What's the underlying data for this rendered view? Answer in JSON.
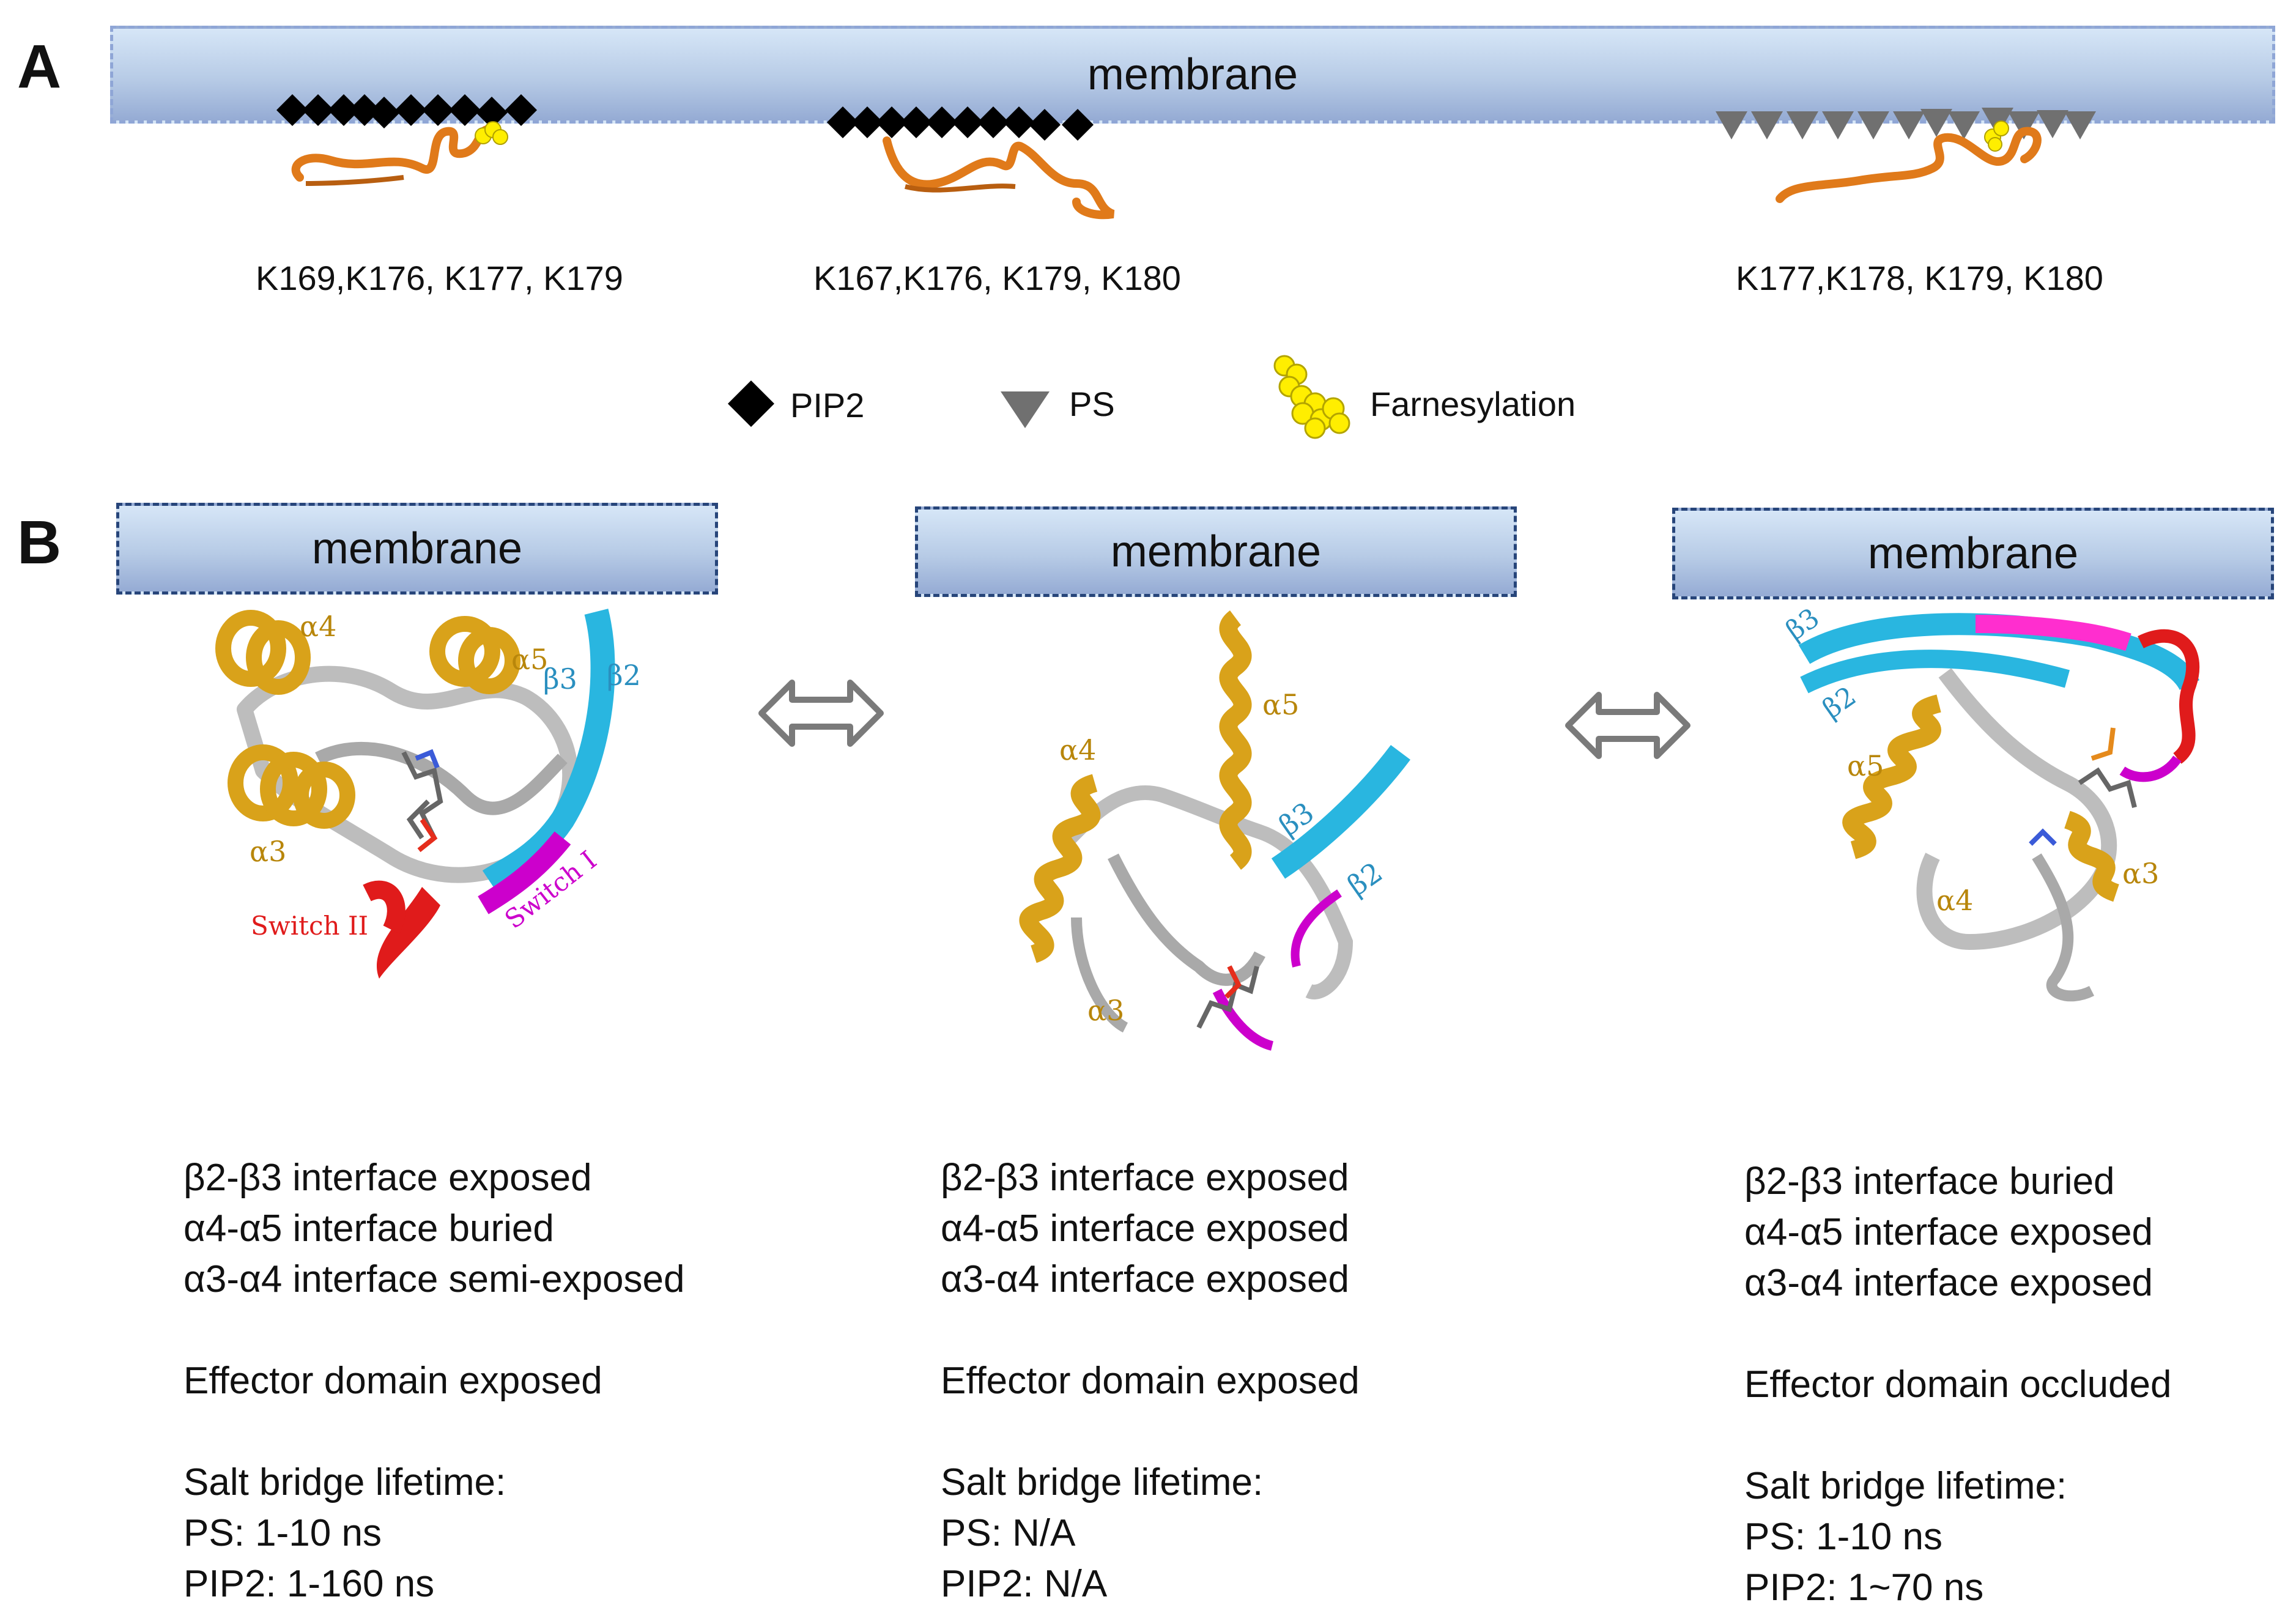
{
  "panel_a": {
    "letter": "A",
    "membrane_label": "membrane",
    "conformations": [
      {
        "residues": "K169,K176, K177, K179",
        "marker": "PIP2"
      },
      {
        "residues": "K167,K176, K179, K180",
        "marker": "PIP2"
      },
      {
        "residues": "K177,K178, K179, K180",
        "marker": "PS"
      }
    ],
    "legend": [
      {
        "label": "PIP2",
        "symbol": "black-diamond"
      },
      {
        "label": "PS",
        "symbol": "gray-triangle"
      },
      {
        "label": "Farnesylation",
        "symbol": "yellow-spheres"
      }
    ]
  },
  "panel_b": {
    "letter": "B",
    "states": [
      {
        "membrane_label": "membrane",
        "structure_labels": {
          "a4": "α4",
          "a5": "α5",
          "b3": "β3",
          "b2": "β2",
          "a3": "α3",
          "switch2": "Switch II",
          "switch1": "Switch I"
        },
        "lines": [
          "β2-β3 interface exposed",
          "α4-α5 interface buried",
          "α3-α4 interface semi-exposed"
        ],
        "effector": "Effector domain exposed",
        "salt_title": "Salt bridge lifetime:",
        "ps": "PS: 1-10 ns",
        "pip2": "PIP2: 1-160 ns"
      },
      {
        "membrane_label": "membrane",
        "structure_labels": {
          "a5": "α5",
          "a4": "α4",
          "b3": "β3",
          "b2": "β2",
          "a3": "α3"
        },
        "lines": [
          "β2-β3 interface exposed",
          "α4-α5 interface exposed",
          "α3-α4 interface exposed"
        ],
        "effector": "Effector domain exposed",
        "salt_title": "Salt bridge lifetime:",
        "ps": "PS: N/A",
        "pip2": "PIP2: N/A"
      },
      {
        "membrane_label": "membrane",
        "structure_labels": {
          "b3": "β3",
          "b2": "β2",
          "a5": "α5",
          "a3": "α3",
          "a4": "α4"
        },
        "lines": [
          "β2-β3 interface buried",
          "α4-α5 interface exposed",
          "α3-α4 interface exposed"
        ],
        "effector": "Effector domain occluded",
        "salt_title": "Salt bridge lifetime:",
        "ps": "PS: 1-10 ns",
        "pip2": "PIP2: 1~70 ns"
      }
    ]
  },
  "colors": {
    "helix": "#d9a21a",
    "coil": "#b9b9b9",
    "beta": "#29b6e0",
    "switch1": "#cc00cc",
    "switch2": "#e01b1b",
    "tail": "#e07a1a",
    "farnesyl": "#ffee00",
    "label_helix": "#b8860b",
    "label_beta": "#2a8fbf"
  }
}
